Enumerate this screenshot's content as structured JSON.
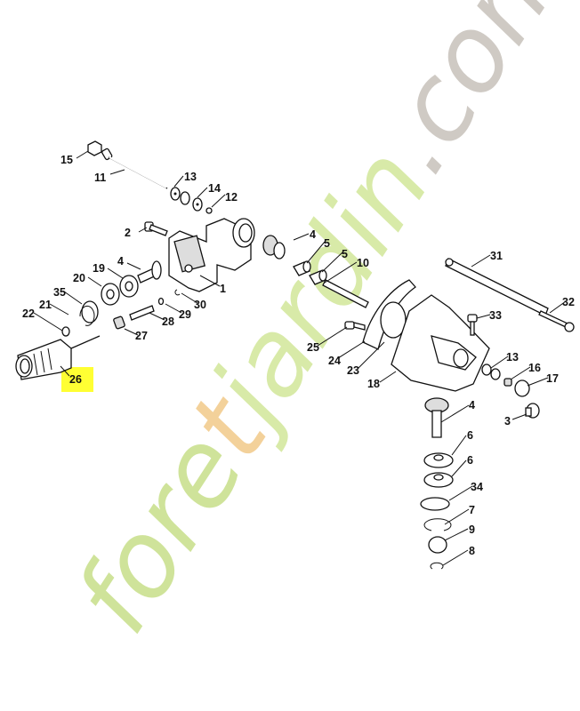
{
  "watermark": {
    "part1": "fore",
    "part2": "t",
    "part3": "jardin",
    "part4": ".com"
  },
  "colors": {
    "watermark_green": "#cfe39a",
    "watermark_orange": "#f3d19a",
    "watermark_gray": "#cfcac4",
    "highlight": "#ffff33"
  },
  "highlighted_part": "26",
  "labels": {
    "l15": "15",
    "l11": "11",
    "l13a": "13",
    "l14": "14",
    "l12": "12",
    "l2": "2",
    "l4a": "4",
    "l1": "1",
    "l19": "19",
    "l20": "20",
    "l35": "35",
    "l21": "21",
    "l22": "22",
    "l30": "30",
    "l29": "29",
    "l28": "28",
    "l27": "27",
    "l26": "26",
    "l4b": "4",
    "l5a": "5",
    "l5b": "5",
    "l10": "10",
    "l31": "31",
    "l32": "32",
    "l33": "33",
    "l25": "25",
    "l24": "24",
    "l23": "23",
    "l18": "18",
    "l13b": "13",
    "l16": "16",
    "l17": "17",
    "l3": "3",
    "l4c": "4",
    "l6a": "6",
    "l6b": "6",
    "l34": "34",
    "l7": "7",
    "l9": "9",
    "l8": "8"
  }
}
